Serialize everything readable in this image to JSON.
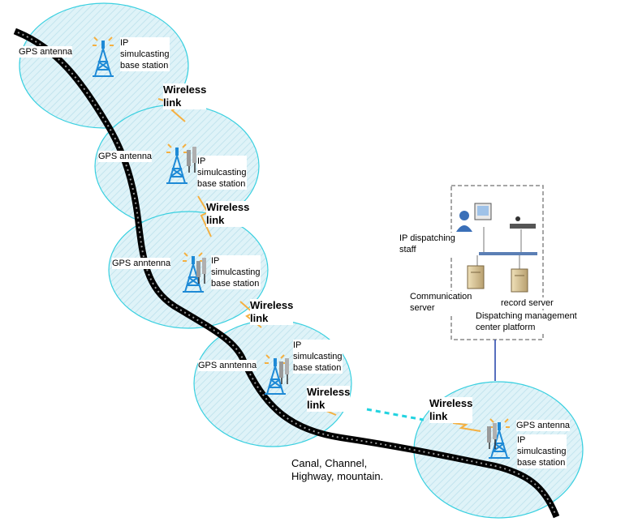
{
  "cells": [
    {
      "gps_label": "GPS antenna",
      "station_line1": "IP",
      "station_line2": "simulcasting",
      "station_line3": "base station",
      "link_line1": "Wireless",
      "link_line2": "link"
    },
    {
      "gps_label": "GPS antenna",
      "station_line1": "IP",
      "station_line2": "simulcasting",
      "station_line3": "base station",
      "link_line1": "Wireless",
      "link_line2": "link"
    },
    {
      "gps_label": "GPS anntenna",
      "station_line1": "IP",
      "station_line2": "simulcasting",
      "station_line3": "base station",
      "link_line1": "Wireless",
      "link_line2": "link"
    },
    {
      "gps_label": "GPS anntenna",
      "station_line1": "IP",
      "station_line2": "simulcasting",
      "station_line3": "base station",
      "link_line1": "Wireless",
      "link_line2": "link"
    },
    {
      "gps_label": "GPS antenna",
      "station_line1": "IP",
      "station_line2": "simulcasting",
      "station_line3": "base station",
      "link_line1": "Wireless",
      "link_line2": "link"
    }
  ],
  "dispatch": {
    "staff_line1": "IP dispatching",
    "staff_line2": "staff",
    "comm_line1": "Communication",
    "comm_line2": "server",
    "record_label": "record server",
    "platform_line1": "Dispatching management",
    "platform_line2": "center platform"
  },
  "route": {
    "line1": "Canal, Channel,",
    "line2": "Highway, mountain."
  },
  "colors": {
    "cell_fill": "#dff3f8",
    "cell_stroke": "#39d0e0",
    "route": "#000000",
    "bolt": "#f5b041",
    "tower": "#1e8ad6",
    "dashed_link": "#22d3e0"
  }
}
